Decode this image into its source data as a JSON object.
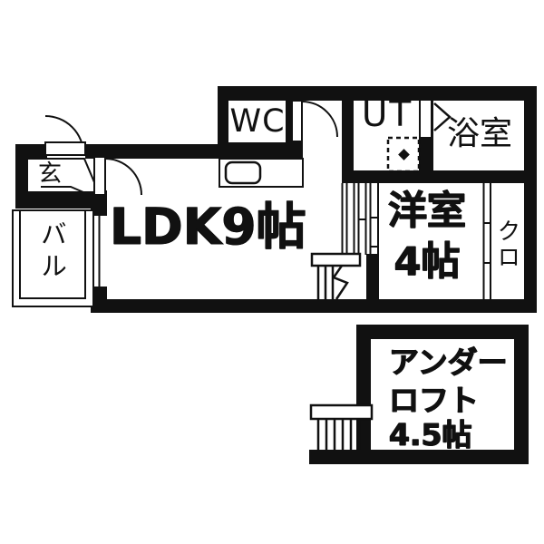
{
  "plan": {
    "ldk_label": "LDK9帖",
    "western_room_line1": "洋室",
    "western_room_line2": "4帖",
    "loft_line1": "アンダー",
    "loft_line2": "ロフト",
    "loft_line3": "4.5帖",
    "wc_label": "WC",
    "ut_label": "UT",
    "bath_label": "浴室",
    "genkan_label": "玄",
    "balcony_label": "バル",
    "closet_label": "クロ"
  },
  "colors": {
    "wall": "#111111",
    "floor": "#ffffff"
  }
}
